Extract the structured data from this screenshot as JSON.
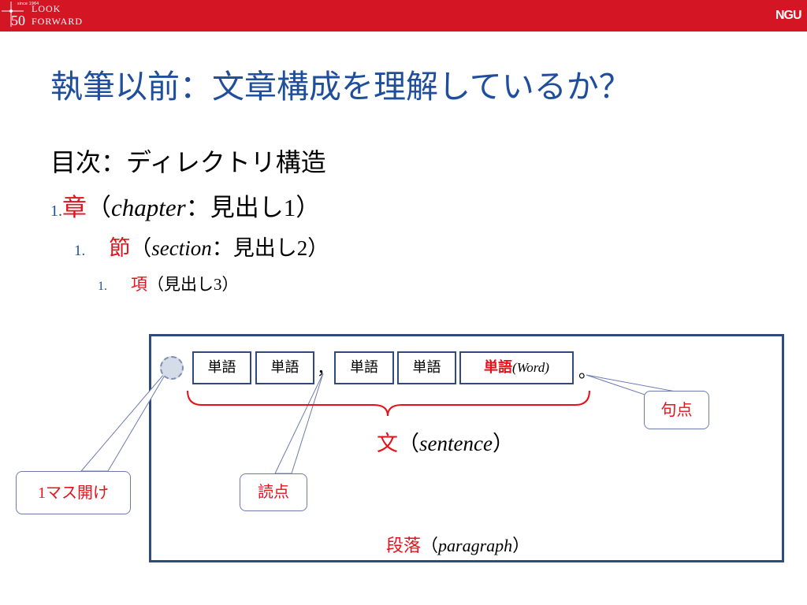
{
  "header": {
    "logo_since": "since 1964",
    "logo_50": "50",
    "logo_look": "LOOK",
    "logo_forward": "FORWARD",
    "logo_ngu": "NGU",
    "band_color": "#d41524"
  },
  "title": "執筆以前：文章構成を理解しているか？",
  "outline": {
    "line0": "目次：ディレクトリ構造",
    "level1": {
      "number": "1.",
      "term": "章",
      "open": "（",
      "english": "chapter",
      "colon": "：",
      "heading": "見出し",
      "heading_num": "1",
      "close": "）"
    },
    "level2": {
      "number": "1.",
      "term": "節",
      "open": "（",
      "english": "section",
      "colon": "：",
      "heading": "見出し",
      "heading_num": "2",
      "close": "）"
    },
    "level3": {
      "number": "1.",
      "term": "項",
      "open": "（",
      "heading": "見出し",
      "heading_num": "3",
      "close": "）"
    }
  },
  "diagram": {
    "words": [
      "単語",
      "単語",
      "単語",
      "単語"
    ],
    "last_word": {
      "term": "単語",
      "open": "(",
      "english": "Word",
      "close": ")"
    },
    "comma": "，",
    "period": "。",
    "sentence": {
      "term": "文",
      "open": "（",
      "english": "sentence",
      "close": "）"
    },
    "paragraph": {
      "term": "段落",
      "open": "（",
      "english": "paragraph",
      "close": "）"
    },
    "callouts": {
      "space": {
        "num": "1",
        "text": "マス開け"
      },
      "comma": "読点",
      "period": "句点"
    },
    "colors": {
      "accent_red": "#e8111b",
      "box_border": "#2f4a7f",
      "title_blue": "#1f4e9c"
    }
  }
}
